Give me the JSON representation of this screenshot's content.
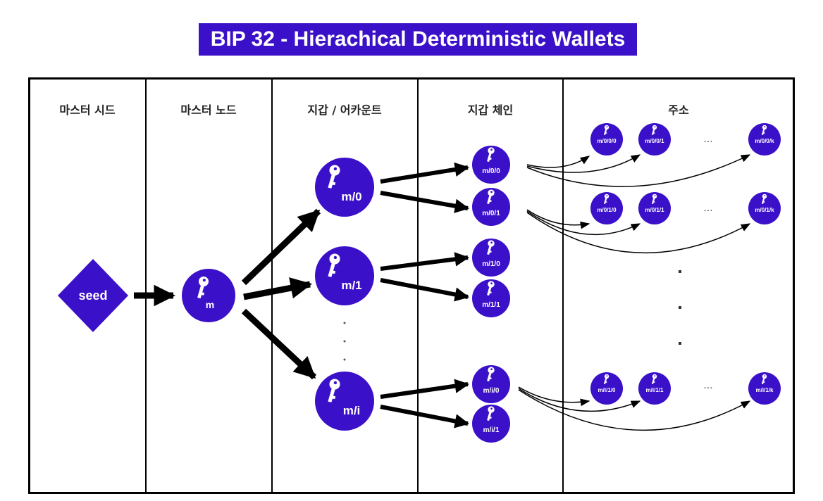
{
  "title": "BIP 32 - Hierachical Deterministic Wallets",
  "colors": {
    "accent": "#3b10c9",
    "line": "#000000"
  },
  "icons": {
    "node": "key-icon"
  },
  "columns": [
    "마스터 시드",
    "마스터 노드",
    "지갑 / 어카운트",
    "지갑 체인",
    "주소"
  ],
  "seed": {
    "label": "seed"
  },
  "master": {
    "label": "m"
  },
  "accounts": [
    "m/0",
    "m/1",
    "m/i"
  ],
  "chains": [
    "m/0/0",
    "m/0/1",
    "m/1/0",
    "m/1/1",
    "m/i/0",
    "m/i/1"
  ],
  "address_rows": [
    [
      "m/0/0/0",
      "m/0/0/1",
      "m/0/0/k"
    ],
    [
      "m/0/1/0",
      "m/0/1/1",
      "m/0/1/k"
    ],
    [
      "m/i/1/0",
      "m/i/1/1",
      "m/i/1/k"
    ]
  ],
  "ellipsis": "..."
}
